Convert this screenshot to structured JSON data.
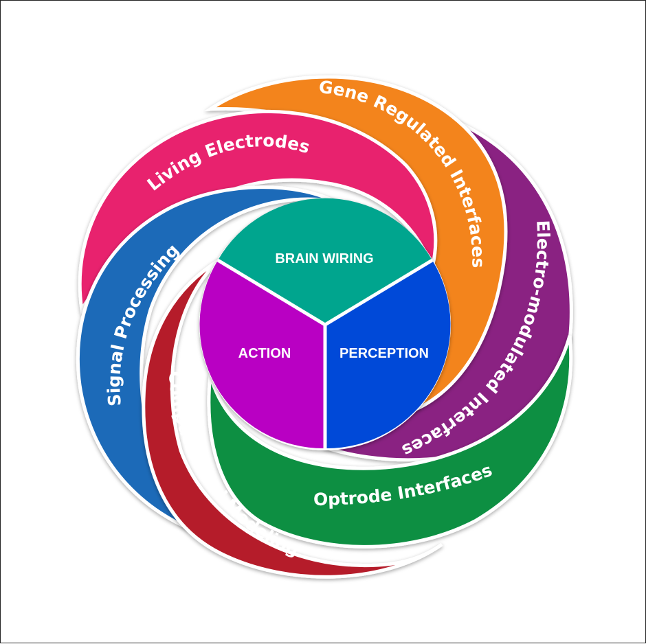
{
  "core": {
    "top": "BRAIN WIRING",
    "left": "ACTION",
    "right": "PERCEPTION"
  },
  "bands": {
    "living": "Living Electrodes",
    "gene": "Gene Regulated Interfaces",
    "electro": "Electro-modulated Interfaces",
    "optrode": "Optrode Interfaces",
    "computational": "Computational Modeling",
    "signal": "Signal Processing"
  },
  "colors": {
    "living": "#e8246e",
    "gene": "#f3841f",
    "electro": "#8a2382",
    "optrode": "#0a8f43",
    "computational": "#b51e2a",
    "signal": "#1f6bb8",
    "core_top": "#06a58e",
    "core_left": "#b905c3",
    "core_right": "#0649d8"
  }
}
